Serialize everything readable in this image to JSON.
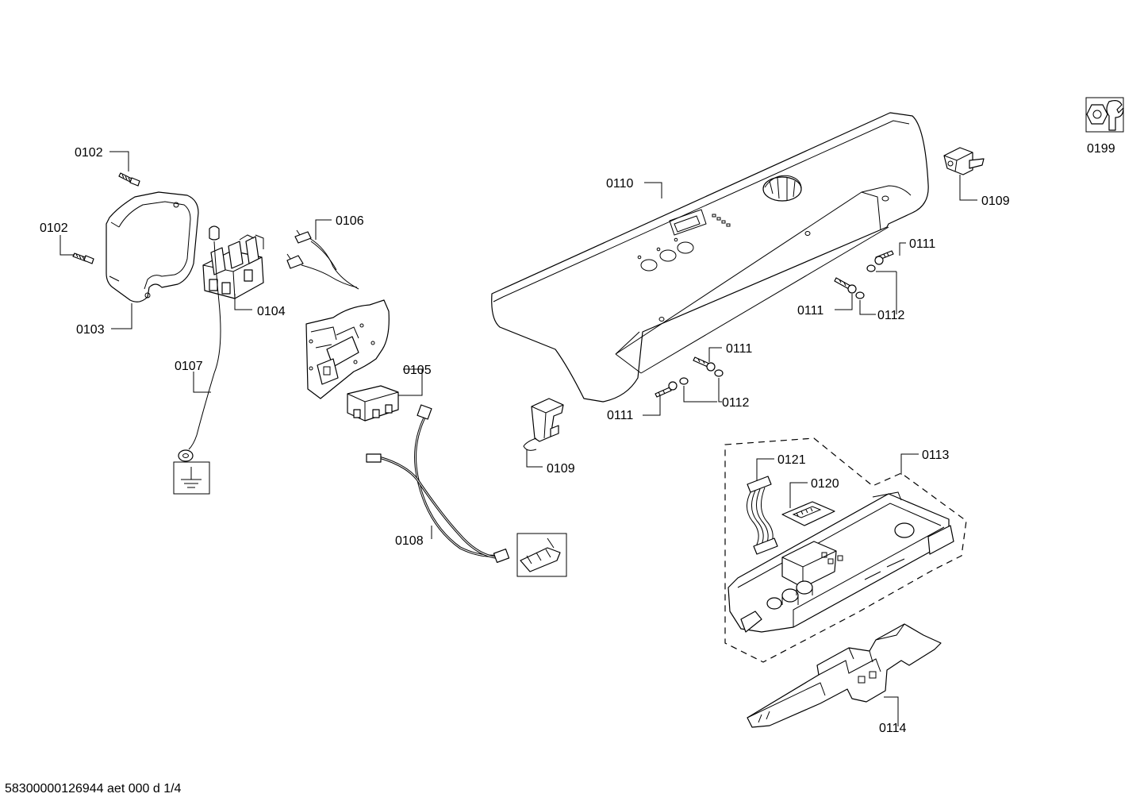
{
  "diagram": {
    "labels": {
      "0102a": "0102",
      "0102b": "0102",
      "0103": "0103",
      "0104": "0104",
      "0105": "0105",
      "0106": "0106",
      "0107": "0107",
      "0108": "0108",
      "0109a": "0109",
      "0109b": "0109",
      "0110": "0110",
      "0111a": "0111",
      "0111b": "0111",
      "0111c": "0111",
      "0111d": "0111",
      "0112a": "0112",
      "0112b": "0112",
      "0113": "0113",
      "0114": "0114",
      "0120": "0120",
      "0121": "0121",
      "0199": "0199"
    },
    "icons": {
      "ground": "ground-symbol-icon",
      "tools": "nut-and-wrench-icon"
    },
    "footer": "58300000126944 aet 000 d 1/4"
  }
}
